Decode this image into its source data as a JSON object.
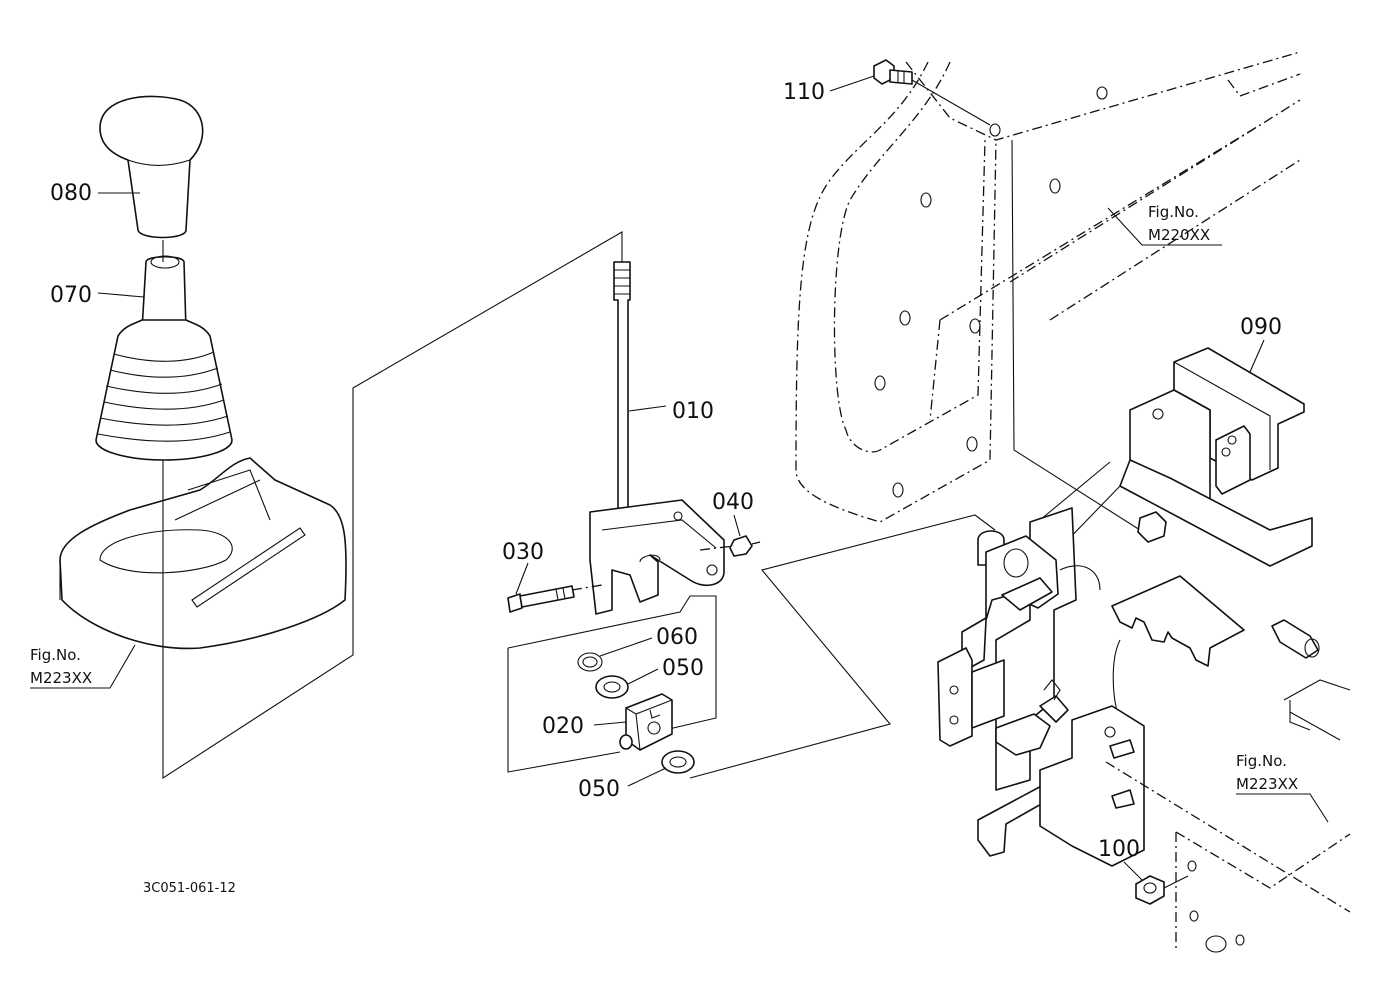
{
  "parts": {
    "p010": "010",
    "p020": "020",
    "p030": "030",
    "p040": "040",
    "p050a": "050",
    "p050b": "050",
    "p060": "060",
    "p070": "070",
    "p080": "080",
    "p090": "090",
    "p100": "100",
    "p110": "110"
  },
  "figure_refs": {
    "left": {
      "prefix": "Fig.No.",
      "number": "M223XX"
    },
    "top_right": {
      "prefix": "Fig.No.",
      "number": "M220XX"
    },
    "bottom_right": {
      "prefix": "Fig.No.",
      "number": "M223XX"
    }
  },
  "drawing_code": "3C051-061-12"
}
